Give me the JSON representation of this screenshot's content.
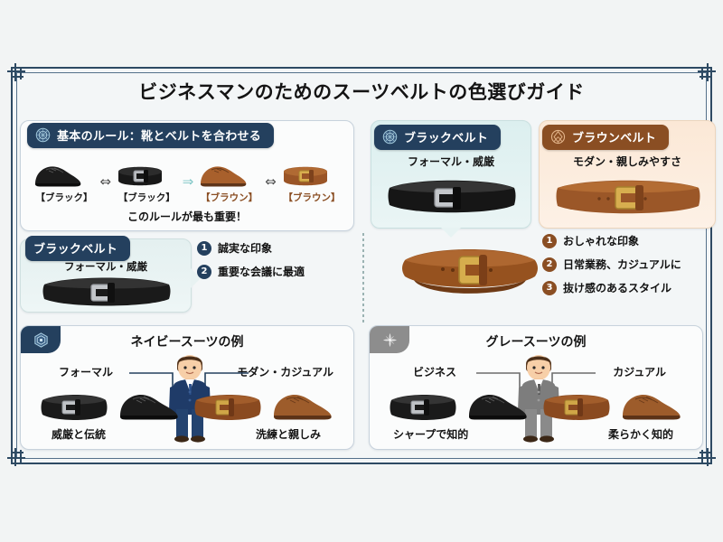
{
  "page": {
    "title": "ビジネスマンのためのスーツベルトの色選びガイド",
    "background": "#f2f4f4",
    "frame_color": "#2e4a63",
    "accent_navy": "#24405e",
    "accent_brown": "#8a4e23"
  },
  "rule_card": {
    "icon": "medallion-icon",
    "header": "基本のルール：靴とベルトを合わせる",
    "items": [
      {
        "icon": "black-dress-shoe-icon",
        "caption": "【ブラック】",
        "color": "#1b1b1b"
      },
      {
        "icon": "black-belt-icon",
        "caption": "【ブラック】",
        "color": "#1b1b1b"
      },
      {
        "icon": "brown-dress-shoe-icon",
        "caption": "【ブラウン】",
        "color": "#8a4e23"
      },
      {
        "icon": "brown-belt-icon",
        "caption": "【ブラウン】",
        "color": "#8a4e23"
      }
    ],
    "separators": [
      "⇔",
      "⇒",
      "⇔"
    ],
    "note": "このルールが最も重要！"
  },
  "black_belt_small": {
    "icon": "medallion-icon",
    "header": "ブラックベルト",
    "subtitle": "フォーマル・威厳",
    "belt_icon": "black-belt-icon",
    "points": [
      {
        "num": "1",
        "text": "誠実な印象"
      },
      {
        "num": "2",
        "text": "重要な会議に最適"
      }
    ]
  },
  "black_belt_card": {
    "icon": "medallion-icon",
    "header": "ブラックベルト",
    "subtitle": "フォーマル・威厳",
    "belt_icon": "black-belt-icon"
  },
  "brown_belt_card": {
    "icon": "compass-diamond-icon",
    "header": "ブラウンベルト",
    "subtitle": "モダン・親しみやすさ",
    "belt_icon": "brown-belt-icon",
    "points": [
      {
        "num": "1",
        "text": "おしゃれな印象"
      },
      {
        "num": "2",
        "text": "日常業務、カジュアルに"
      },
      {
        "num": "3",
        "text": "抜け感のあるスタイル"
      }
    ]
  },
  "navy_panel": {
    "badge_icon": "hexagon-emblem-icon",
    "title": "ネイビースーツの例",
    "suit_icon": "navy-suit-man-icon",
    "left": {
      "label": "フォーマル",
      "belt_icon": "black-belt-icon",
      "shoe_icon": "black-dress-shoe-icon",
      "caption": "威厳と伝統"
    },
    "right": {
      "label": "モダン・カジュアル",
      "belt_icon": "brown-belt-icon",
      "shoe_icon": "brown-dress-shoe-icon",
      "caption": "洗練と親しみ"
    }
  },
  "gray_panel": {
    "badge_icon": "quatrefoil-emblem-icon",
    "title": "グレースーツの例",
    "suit_icon": "gray-suit-man-icon",
    "left": {
      "label": "ビジネス",
      "belt_icon": "black-belt-icon",
      "shoe_icon": "black-dress-shoe-icon",
      "caption": "シャープで知的"
    },
    "right": {
      "label": "カジュアル",
      "belt_icon": "brown-belt-icon",
      "shoe_icon": "brown-dress-shoe-icon",
      "caption": "柔らかく知的"
    }
  }
}
